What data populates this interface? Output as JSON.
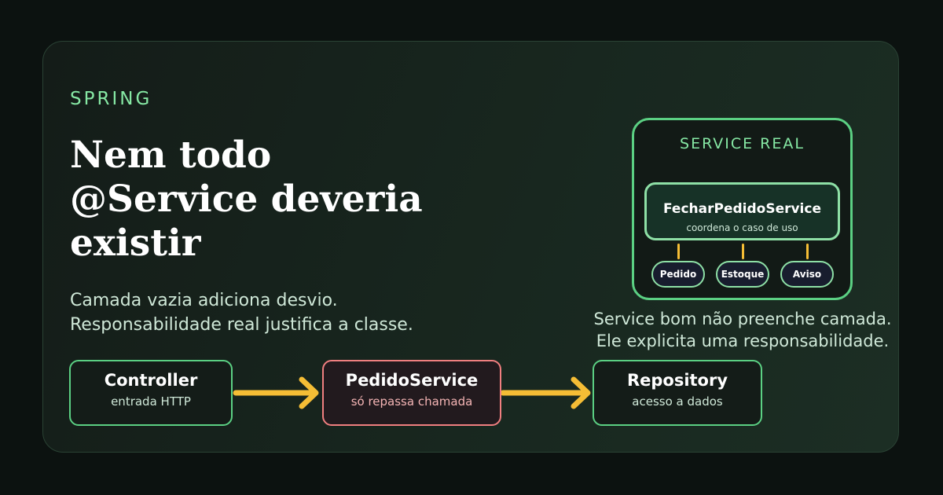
{
  "eyebrow": "SPRING",
  "title": {
    "line1": "Nem todo",
    "line2": "@Service deveria",
    "line3": "existir"
  },
  "subtitle": {
    "line1": "Camada vazia adiciona desvio.",
    "line2": "Responsabilidade real justifica a classe."
  },
  "flow": [
    {
      "title": "Controller",
      "subtitle": "entrada HTTP"
    },
    {
      "title": "PedidoService",
      "subtitle": "só repassa chamada"
    },
    {
      "title": "Repository",
      "subtitle": "acesso a dados"
    }
  ],
  "service_real": {
    "label": "SERVICE REAL",
    "main_title": "FecharPedidoService",
    "main_subtitle": "coordena o caso de uso",
    "dependencies": [
      "Pedido",
      "Estoque",
      "Aviso"
    ]
  },
  "caption": {
    "line1": "Service bom não preenche camada.",
    "line2": "Ele explicita uma responsabilidade."
  },
  "colors": {
    "background": "#0c1210",
    "accent_green": "#5bd083",
    "label_green": "#86e8a4",
    "arrow_yellow": "#f5bd35",
    "warning_red": "#f07f80"
  }
}
